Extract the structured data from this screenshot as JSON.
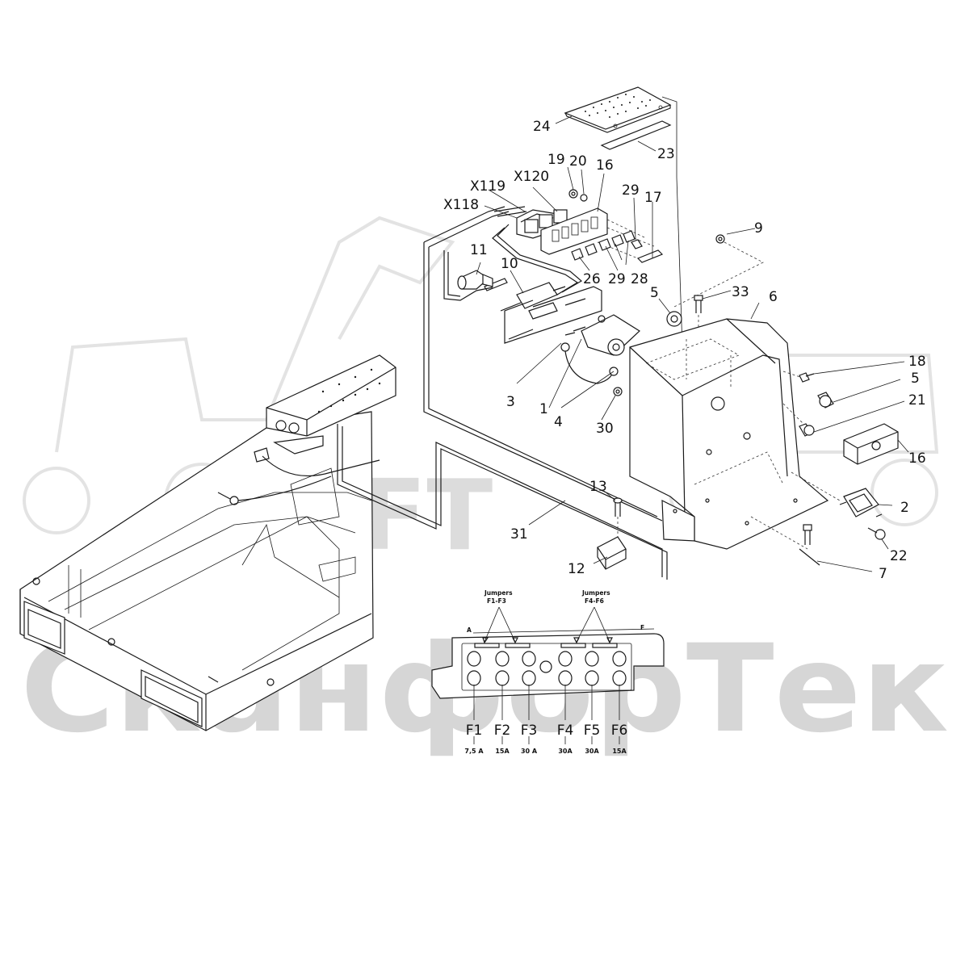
{
  "watermark": {
    "logo": "SFT",
    "text": "СканфорТек"
  },
  "callouts": [
    {
      "id": "c1",
      "label": "1"
    },
    {
      "id": "c2",
      "label": "2"
    },
    {
      "id": "c3",
      "label": "3"
    },
    {
      "id": "c4",
      "label": "4"
    },
    {
      "id": "c5a",
      "label": "5"
    },
    {
      "id": "c5b",
      "label": "5"
    },
    {
      "id": "c6",
      "label": "6"
    },
    {
      "id": "c7",
      "label": "7"
    },
    {
      "id": "c9",
      "label": "9"
    },
    {
      "id": "c10",
      "label": "10"
    },
    {
      "id": "c11",
      "label": "11"
    },
    {
      "id": "c12",
      "label": "12"
    },
    {
      "id": "c13",
      "label": "13"
    },
    {
      "id": "c16a",
      "label": "16"
    },
    {
      "id": "c16b",
      "label": "16"
    },
    {
      "id": "c17",
      "label": "17"
    },
    {
      "id": "c18",
      "label": "18"
    },
    {
      "id": "c19",
      "label": "19"
    },
    {
      "id": "c20",
      "label": "20"
    },
    {
      "id": "c21",
      "label": "21"
    },
    {
      "id": "c22",
      "label": "22"
    },
    {
      "id": "c23",
      "label": "23"
    },
    {
      "id": "c24",
      "label": "24"
    },
    {
      "id": "c26",
      "label": "26"
    },
    {
      "id": "c28",
      "label": "28"
    },
    {
      "id": "c29a",
      "label": "29"
    },
    {
      "id": "c29b",
      "label": "29"
    },
    {
      "id": "c30",
      "label": "30"
    },
    {
      "id": "c31",
      "label": "31"
    },
    {
      "id": "c33",
      "label": "33"
    },
    {
      "id": "x118",
      "label": "X118"
    },
    {
      "id": "x119",
      "label": "X119"
    },
    {
      "id": "x120",
      "label": "X120"
    }
  ],
  "fuse_box": {
    "jumpers_left": {
      "line1": "Jumpers",
      "line2": "F1-F3"
    },
    "jumpers_right": {
      "line1": "Jumpers",
      "line2": "F4-F6"
    },
    "end_left": "A",
    "end_right": "F",
    "fuses": [
      {
        "name": "F1",
        "rating": "7,5 A"
      },
      {
        "name": "F2",
        "rating": "15A"
      },
      {
        "name": "F3",
        "rating": "30 A"
      },
      {
        "name": "F4",
        "rating": "30A"
      },
      {
        "name": "F5",
        "rating": "30A"
      },
      {
        "name": "F6",
        "rating": "15A"
      }
    ]
  }
}
